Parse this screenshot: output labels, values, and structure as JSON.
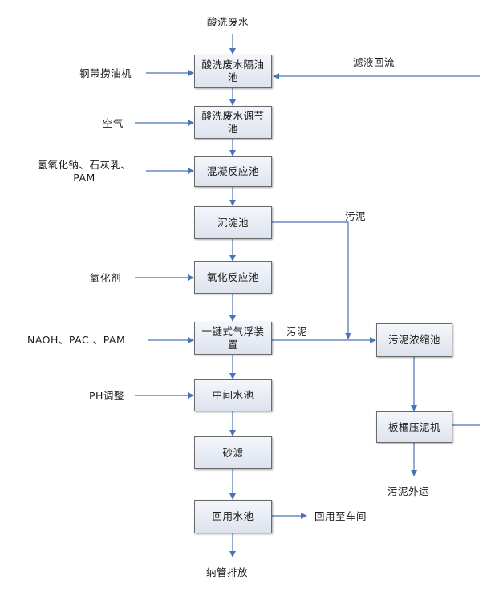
{
  "colors": {
    "arrow": "#4a72b6",
    "box_border": "#6a6a6a",
    "box_fill": "#e6eaf2"
  },
  "boxes": {
    "acid_separator": "酸洗废水隔油池",
    "acid_adjust": "酸洗废水调节池",
    "coagulation": "混凝反应池",
    "sedimentation": "沉淀池",
    "oxidation": "氧化反应池",
    "flotation": "一键式气浮装置",
    "middle_pool": "中间水池",
    "sand_filter": "砂滤",
    "reuse_pool": "回用水池",
    "sludge_thickener": "污泥浓缩池",
    "filter_press": "板框压泥机"
  },
  "labels": {
    "acid_wastewater": "酸洗废水",
    "steel_belt": "钢带捞油机",
    "filtrate_return": "滤液回流",
    "air": "空气",
    "chemicals_line1": "氢氧化钠、石灰乳、",
    "chemicals_line2": "PAM",
    "sludge_1": "污泥",
    "oxidant": "氧化剂",
    "naoh_pac_pam": "NAOH、PAC 、PAM",
    "sludge_2": "污泥",
    "ph_adjust": "PH调整",
    "sludge_out": "污泥外运",
    "reuse_workshop": "回用至车间",
    "sewer_discharge": "纳管排放"
  }
}
